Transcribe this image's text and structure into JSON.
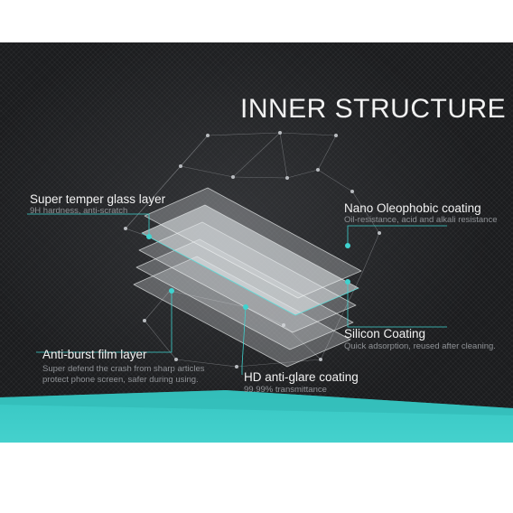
{
  "title": "INNER STRUCTURE",
  "colors": {
    "accent": "#3fd3cf",
    "background": "#1b1c1e",
    "text": "#f2f2f2",
    "subtext": "#8f9296"
  },
  "layers": [
    {
      "name": "Super temper glass layer",
      "desc": [
        "9H hardness, anti-scratch"
      ]
    },
    {
      "name": "Nano Oleophobic coating",
      "desc": [
        "Oil-resistance, acid and alkali resistance"
      ]
    },
    {
      "name": "Silicon Coating",
      "desc": [
        "Quick adsorption, reused after cleaning."
      ]
    },
    {
      "name": "Anti-burst film layer",
      "desc": [
        "Super defend the crash from sharp articles",
        "protect phone screen, safer during using."
      ]
    },
    {
      "name": "HD anti-glare coating",
      "desc": [
        "99.99% transmittance"
      ]
    }
  ]
}
